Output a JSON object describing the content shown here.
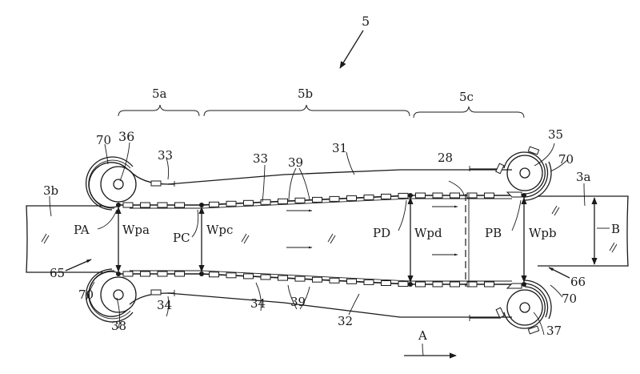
{
  "figure": {
    "ref_main": "5",
    "sections": [
      "5a",
      "5b",
      "5c"
    ],
    "labels": {
      "belt_upper": "31",
      "belt_lower": "32",
      "belt_upper_inner": "33",
      "belt_upper_end": "33",
      "belt_lower_inner": "34",
      "belt_lower_end": "34",
      "roller_upper_right": "35",
      "roller_upper_left": "36",
      "roller_lower_right": "37",
      "roller_lower_left": "38",
      "pads_upper": "39",
      "pads_lower": "39",
      "guide_ul": "70",
      "guide_ur": "70",
      "guide_ll": "70",
      "guide_lr": "70",
      "sheet_out": "3a",
      "sheet_in": "3b",
      "cutter_line": "28",
      "entry": "65",
      "exit": "66",
      "width": "B"
    },
    "points": {
      "pa": "PA",
      "pb": "PB",
      "pc": "PC",
      "pd": "PD"
    },
    "widths": {
      "wpa": "Wpa",
      "wpb": "Wpb",
      "wpc": "Wpc",
      "wpd": "Wpd"
    },
    "direction": "A"
  }
}
